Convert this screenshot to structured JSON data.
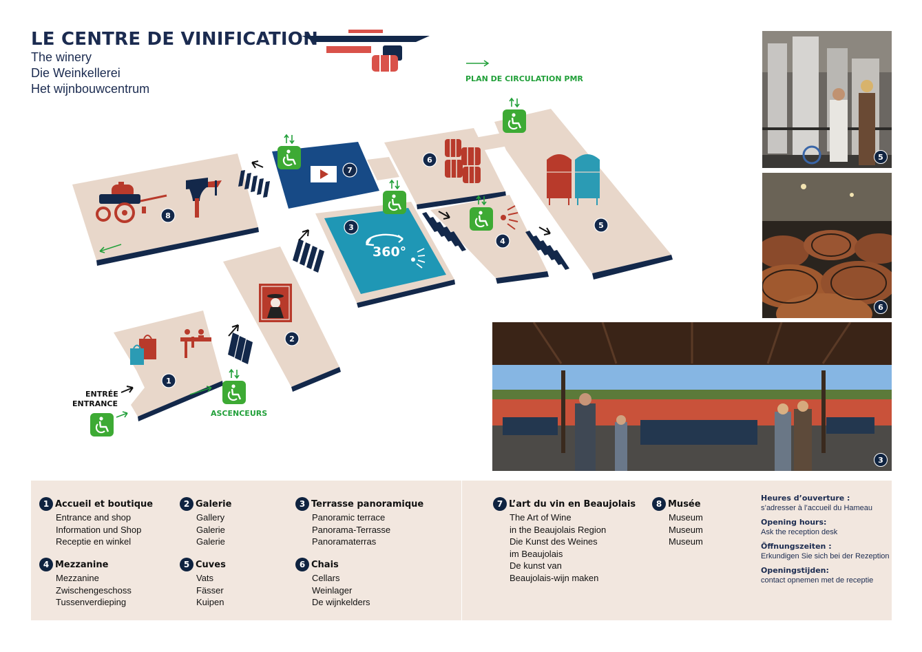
{
  "header": {
    "title": "LE CENTRE DE VINIFICATION",
    "subtitles": [
      "The winery",
      "Die Weinkellerei",
      "Het wijnbouwcentrum"
    ],
    "pmr_label": "PLAN DE CIRCULATION PMR"
  },
  "map": {
    "entrance_fr": "ENTRÉE",
    "entrance_en": "ENTRANCE",
    "elevators": "ASCENCEURS",
    "panorama_icon": "360°",
    "zones": [
      "1",
      "2",
      "3",
      "4",
      "5",
      "6",
      "7",
      "8"
    ],
    "icons": [
      "shopping-bags-icon",
      "reception-desk-icon",
      "gallery-painting-icon",
      "panorama-360-icon",
      "video-screen-icon",
      "barrels-icon",
      "tanks-icon",
      "tractor-icon",
      "hammer-icon",
      "wheelchair-icon",
      "stairs-icon",
      "speaker-icon"
    ]
  },
  "photos": [
    {
      "id": "photo-vats",
      "number": "5"
    },
    {
      "id": "photo-cellar",
      "number": "6"
    },
    {
      "id": "photo-terrace",
      "number": "3"
    }
  ],
  "legend": {
    "items": [
      {
        "num": "1",
        "title": "Accueil et boutique",
        "lines": [
          "Entrance and shop",
          "Information und Shop",
          "Receptie en winkel"
        ]
      },
      {
        "num": "2",
        "title": "Galerie",
        "lines": [
          "Gallery",
          "Galerie",
          "Galerie"
        ]
      },
      {
        "num": "3",
        "title": "Terrasse panoramique",
        "lines": [
          "Panoramic terrace",
          "Panorama-Terrasse",
          "Panoramaterras"
        ]
      },
      {
        "num": "4",
        "title": "Mezzanine",
        "lines": [
          "Mezzanine",
          "Zwischengeschoss",
          "Tussenverdieping"
        ]
      },
      {
        "num": "5",
        "title": "Cuves",
        "lines": [
          "Vats",
          "Fässer",
          "Kuipen"
        ]
      },
      {
        "num": "6",
        "title": "Chais",
        "lines": [
          "Cellars",
          "Weinlager",
          "De wijnkelders"
        ]
      },
      {
        "num": "7",
        "title": "L’art du vin en Beaujolais",
        "lines": [
          "The Art of Wine",
          "in the Beaujolais Region",
          "Die Kunst des Weines",
          "im Beaujolais",
          "De kunst van",
          "Beaujolais-wijn maken"
        ]
      },
      {
        "num": "8",
        "title": "Musée",
        "lines": [
          "Museum",
          "Museum",
          "Museum"
        ]
      }
    ],
    "hours": [
      {
        "title": "Heures d’ouverture :",
        "text": "s’adresser à l’accueil du Hameau"
      },
      {
        "title": "Opening hours:",
        "text": "Ask the reception desk"
      },
      {
        "title": "Öffnungszeiten :",
        "text": "Erkundigen Sie sich bei der Rezeption"
      },
      {
        "title": "Openingstijden:",
        "text": "contact opnemen met de receptie"
      }
    ]
  },
  "colors": {
    "floor": "#e8d7ca",
    "edge": "#13284a",
    "panorama": "#1f97b5",
    "video_room": "#174a86",
    "red": "#b83a2b",
    "teal": "#2b9bb4",
    "green": "#3daa34"
  }
}
